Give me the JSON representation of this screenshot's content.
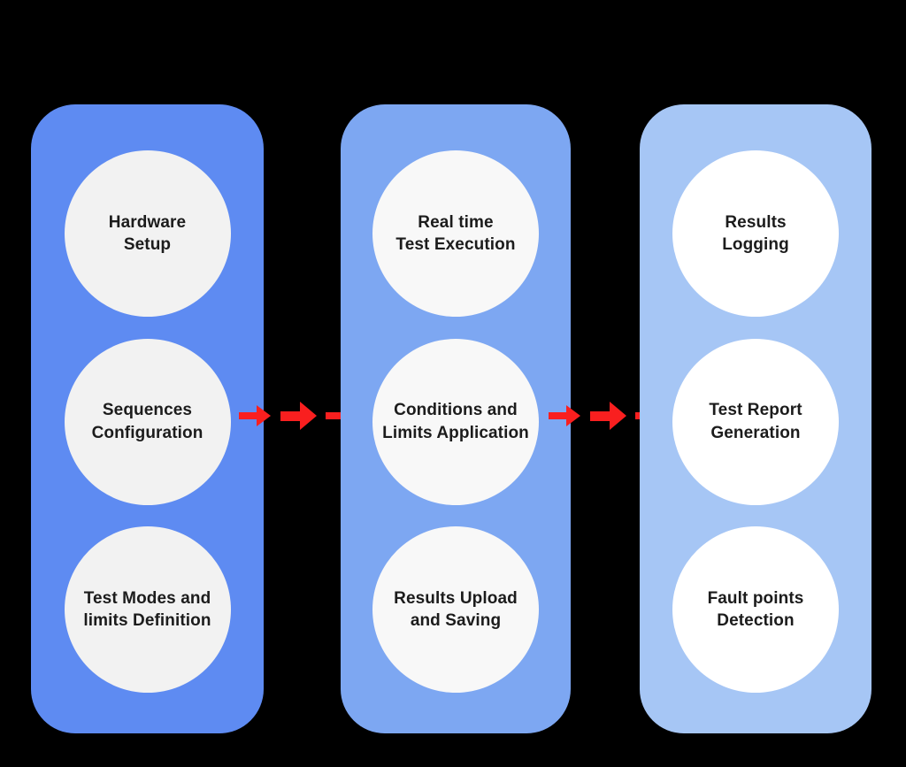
{
  "diagram": {
    "background_color": "#000000",
    "arrow_color": "#f91f1f",
    "text_color": "#1c1c1c",
    "columns": [
      {
        "panel_color": "#5e8bf2",
        "circle_color": "#f2f2f2",
        "steps": [
          "Hardware\nSetup",
          "Sequences\nConfiguration",
          "Test Modes and\nlimits Definition"
        ]
      },
      {
        "panel_color": "#7da7f2",
        "circle_color": "#f8f8f8",
        "steps": [
          "Real time\nTest Execution",
          "Conditions and\nLimits Application",
          "Results Upload\nand Saving"
        ]
      },
      {
        "panel_color": "#a6c6f5",
        "circle_color": "#ffffff",
        "steps": [
          "Results\nLogging",
          "Test Report\nGeneration",
          "Fault points\nDetection"
        ]
      }
    ]
  }
}
